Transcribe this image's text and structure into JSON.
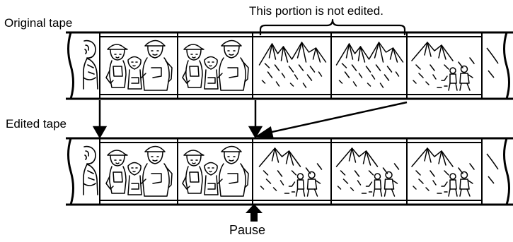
{
  "labels": {
    "original_tape": "Original tape",
    "edited_tape": "Edited tape",
    "unedited_note": "This portion is not edited.",
    "pause": "Pause"
  },
  "tapes": {
    "original": {
      "frames": [
        "hiker-partial",
        "hikers-group",
        "hikers-group",
        "mountains",
        "mountains",
        "mountains-with-hikers",
        "mountains-partial"
      ]
    },
    "edited": {
      "frames": [
        "hiker-partial",
        "hikers-group",
        "hikers-group",
        "mountains-with-hikers",
        "mountains-with-hikers",
        "mountains-with-hikers",
        "mountains-partial"
      ]
    }
  },
  "colors": {
    "line": "#000000",
    "background": "#ffffff"
  }
}
